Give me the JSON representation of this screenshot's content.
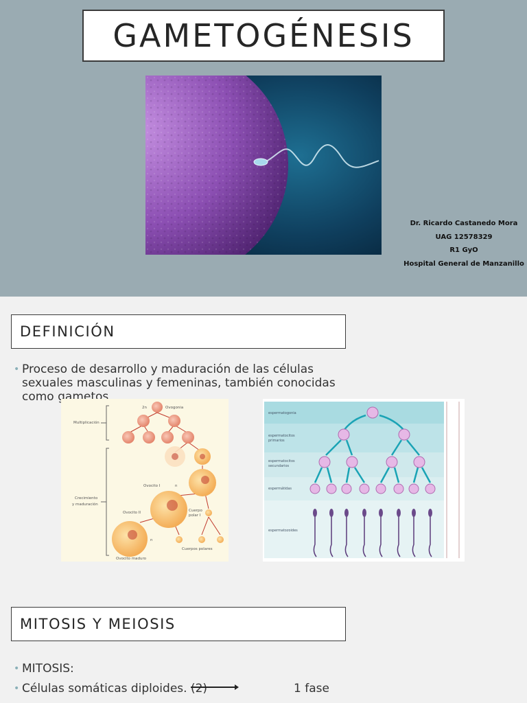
{
  "slide1": {
    "title": "GAMETOGÉNESIS",
    "author": {
      "name": "Dr. Ricardo Castanedo Mora",
      "id": "UAG 12578329",
      "role": "R1 GyO",
      "hospital": "Hospital General de Manzanillo"
    }
  },
  "slide2": {
    "definition_heading": "DEFINICIÓN",
    "definition_text": "Proceso de desarrollo y maduración de las células sexuales masculinas y femeninas, también conocidas como gametos",
    "oogenesis_figure": {
      "labels": {
        "ovogonia": "Ovogonia",
        "two_n": "2n",
        "multiplicacion": "Multiplicación",
        "crecimiento": "Crecimiento",
        "y_maduracion": "y maduración",
        "ovocito_1": "Ovocito I",
        "n1": "n",
        "ovocito_2": "Ovocito II",
        "cuerpo": "Cuerpo",
        "polar_1": "polar I",
        "n2": "n",
        "cuerpos_polares": "Cuerpos polares",
        "ovocito_maduro": "Ovocito maduro"
      }
    },
    "spermatogenesis_figure": {
      "labels": {
        "espermatogonia": "espermatogonia",
        "primarios_1": "espermatocitos",
        "primarios_2": "primarios",
        "secundarios_1": "espermatocitos",
        "secundarios_2": "secundarios",
        "espermatidas": "espermátidas",
        "espermatozoides": "espermatozoides"
      }
    },
    "mitosis_heading": "MITOSIS Y MEIOSIS",
    "bullets": [
      "MITOSIS:",
      "Células somáticas diploides. (2)"
    ],
    "phase_text": "1 fase"
  },
  "colors": {
    "slide1_bg": "#9aabb2",
    "slide2_bg": "#f1f1f1",
    "bullet_accent": "#8ab0b8"
  }
}
